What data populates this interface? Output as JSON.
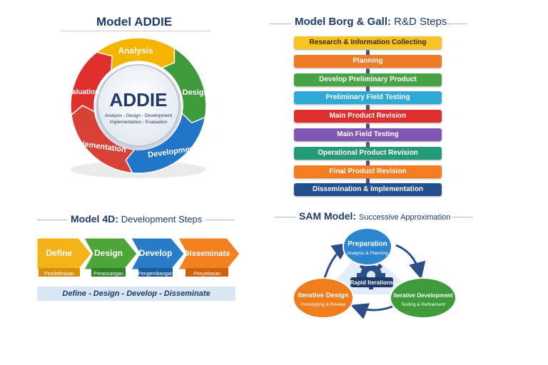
{
  "addie": {
    "title": "Model ADDIE",
    "center_title": "ADDIE",
    "center_line1": "Analysis - Design - Development",
    "center_line2": "Implementation - Evaluation",
    "segments": [
      {
        "label": "Analysis",
        "color": "#f4b400"
      },
      {
        "label": "Design",
        "color": "#3f9a3c"
      },
      {
        "label": "Development",
        "color": "#2176c7"
      },
      {
        "label": "Implementation",
        "color": "#d84236"
      },
      {
        "label": "Evaluation",
        "color": "#e0302e"
      }
    ]
  },
  "borg_gall": {
    "title_main": "Model Borg & Gall:",
    "title_sub": "R&D Steps",
    "steps": [
      {
        "label": "Research & Information Collecting",
        "color": "#f7c325",
        "text_color": "#3a2a00"
      },
      {
        "label": "Planning",
        "color": "#f07b26",
        "text_color": "#ffffff"
      },
      {
        "label": "Develop Preliminary Product",
        "color": "#47a346",
        "text_color": "#ffffff"
      },
      {
        "label": "Preliminary Field Testing",
        "color": "#2fa9d6",
        "text_color": "#ffffff"
      },
      {
        "label": "Main Product Revision",
        "color": "#de2f2f",
        "text_color": "#ffffff"
      },
      {
        "label": "Main Field Testing",
        "color": "#7f57b4",
        "text_color": "#ffffff"
      },
      {
        "label": "Operational Product Revision",
        "color": "#249a78",
        "text_color": "#ffffff"
      },
      {
        "label": "Final Product Revision",
        "color": "#f47d22",
        "text_color": "#ffffff"
      },
      {
        "label": "Dissemination & Implementation",
        "color": "#244f8e",
        "text_color": "#ffffff"
      }
    ]
  },
  "four_d": {
    "title_main": "Model 4D:",
    "title_sub": "Development Steps",
    "steps": [
      {
        "label": "Define",
        "sub": "Pendefinisian",
        "color": "#f5b31a",
        "dark": "#d8900a"
      },
      {
        "label": "Design",
        "sub": "Perancangan",
        "color": "#4ea63a",
        "dark": "#2f8226"
      },
      {
        "label": "Develop",
        "sub": "Pengembangan",
        "color": "#2a7cc8",
        "dark": "#1b5d9c"
      },
      {
        "label": "Disseminate",
        "sub": "Penyebaran",
        "color": "#f4811f",
        "dark": "#d1620c"
      }
    ],
    "summary": "Define - Design - Develop - Disseminate"
  },
  "sam": {
    "title_main": "SAM Model:",
    "title_sub": "Successive Approximation",
    "center_label": "Rapid Iterations",
    "nodes": [
      {
        "label": "Preparation",
        "sub": "Analysis & Planning",
        "color": "#2b86cf"
      },
      {
        "label": "Iterative Design",
        "sub": "Prototyping & Review",
        "color": "#f07d1c"
      },
      {
        "label": "Iterative Development",
        "sub": "Testing & Refinement",
        "color": "#3e9a3a"
      }
    ]
  }
}
